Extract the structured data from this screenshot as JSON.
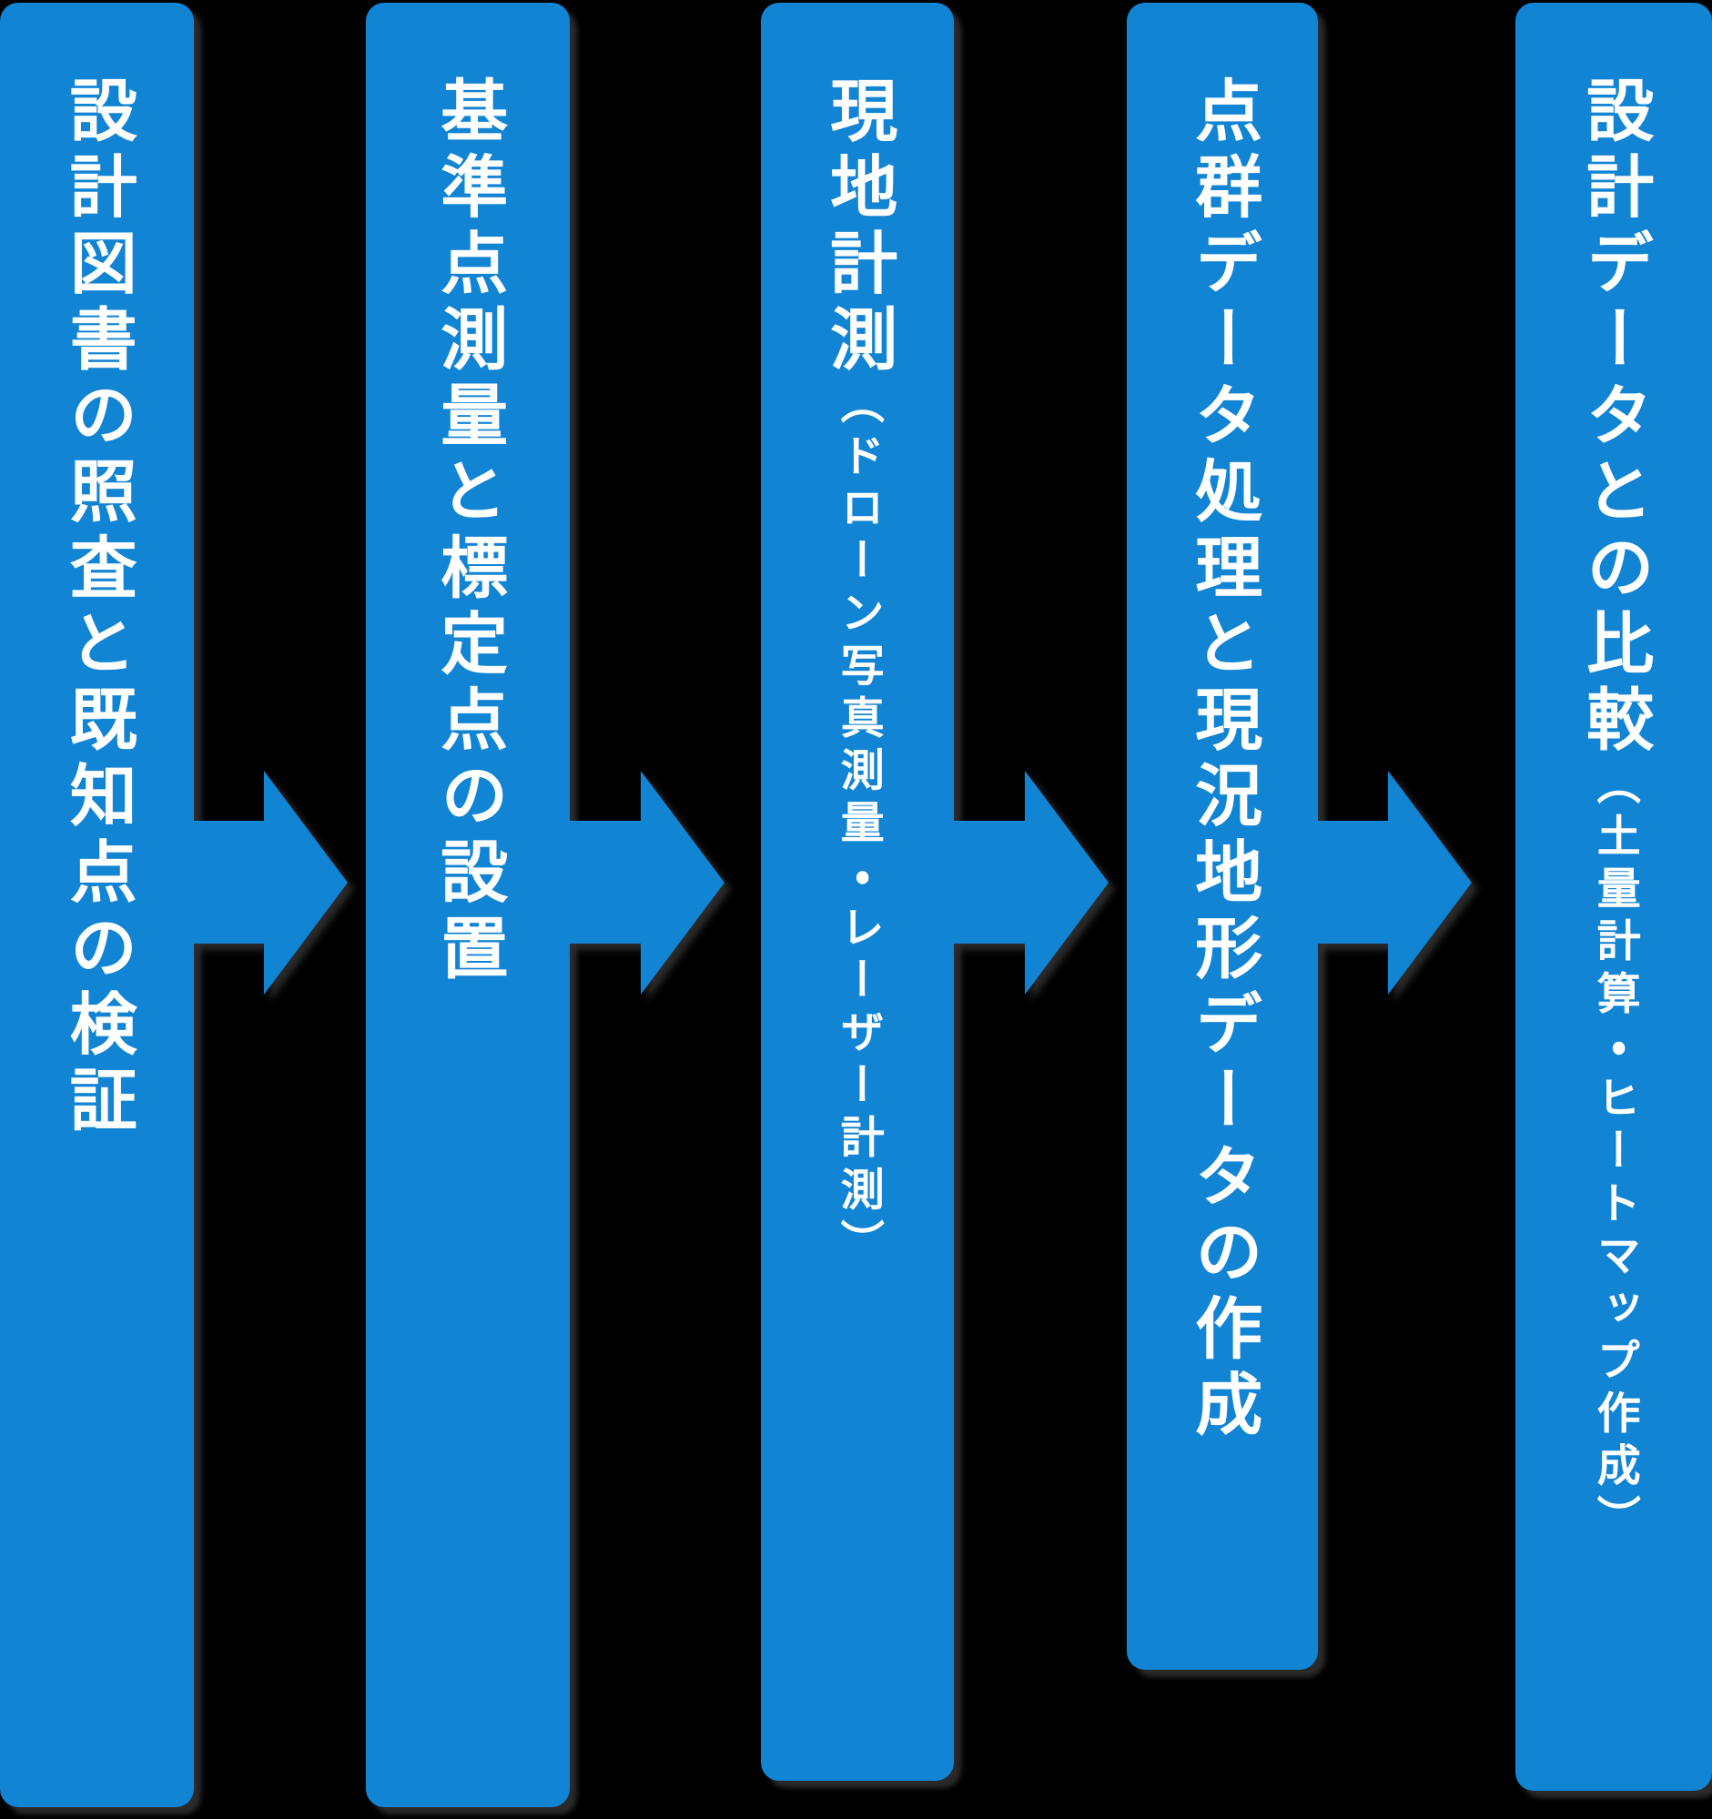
{
  "diagram": {
    "background_color": "#000000",
    "bar_color": "#1184d4",
    "text_color": "#ffffff",
    "steps": [
      {
        "label": "設計図書の照査と既知点の検証",
        "note": ""
      },
      {
        "label": "基準点測量と標定点の設置",
        "note": ""
      },
      {
        "label": "現地計測",
        "note": "（ドローン写真測量・レーザー計測）"
      },
      {
        "label": "点群データ処理と現況地形データの作成",
        "note": ""
      },
      {
        "label": "設計データとの比較",
        "note": "（土量計算・ヒートマップ作成）"
      }
    ]
  }
}
